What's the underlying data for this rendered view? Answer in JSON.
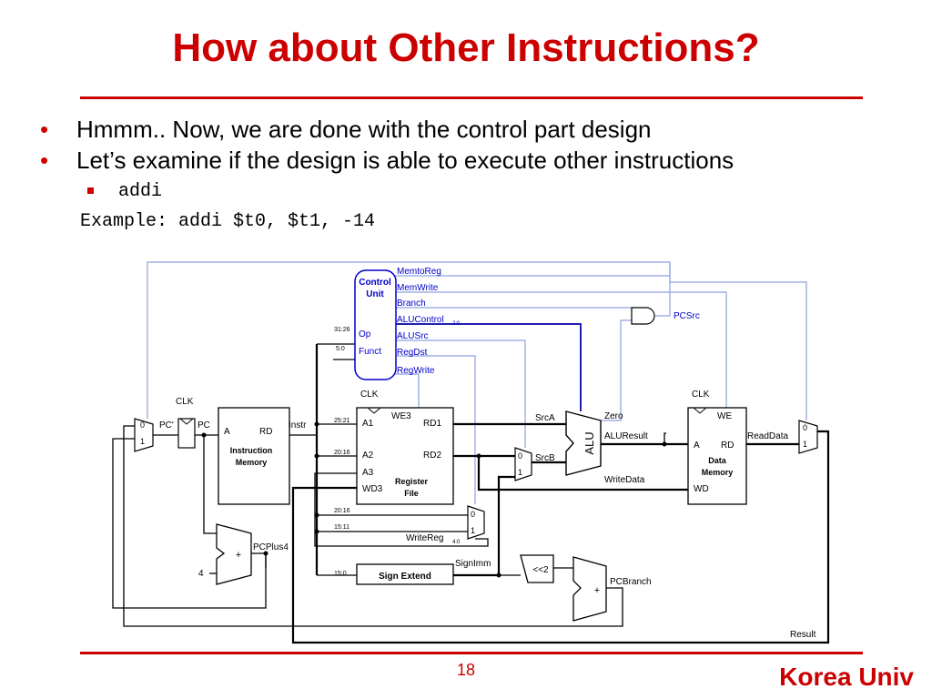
{
  "slide": {
    "title": "How about Other Instructions?",
    "bullets": [
      "Hmmm.. Now, we are done with the control part design",
      "Let’s examine if the design is able to execute other instructions"
    ],
    "sub_bullet": "addi",
    "example": "Example: addi $t0, $t1, -14",
    "page_number": "18",
    "brand": "Korea Univ"
  },
  "diagram": {
    "control_unit": {
      "title_1": "Control",
      "title_2": "Unit",
      "op": "Op",
      "funct": "Funct"
    },
    "control_signals": [
      "MemtoReg",
      "MemWrite",
      "Branch",
      "ALUControl",
      "ALUSrc",
      "RegDst",
      "RegWrite"
    ],
    "alucontrol_subscript": "2:0",
    "pcsrc": "PCSrc",
    "instr_fields": {
      "op": "31:26",
      "funct": "5:0",
      "rs": "25:21",
      "rt": "20:16",
      "rt2": "20:16",
      "rd": "15:11",
      "imm": "15:0"
    },
    "clk": "CLK",
    "pc_labels": {
      "pc_prime": "PC'",
      "pc": "PC"
    },
    "instr_mem": {
      "a": "A",
      "rd": "RD",
      "title_1": "Instruction",
      "title_2": "Memory"
    },
    "instr": "Instr",
    "register_file": {
      "we3": "WE3",
      "a1": "A1",
      "a2": "A2",
      "a3": "A3",
      "wd3": "WD3",
      "rd1": "RD1",
      "rd2": "RD2",
      "title_1": "Register",
      "title_2": "File"
    },
    "mux": {
      "zero": "0",
      "one": "1"
    },
    "alu": "ALU",
    "srca": "SrcA",
    "srcb": "SrcB",
    "zero": "Zero",
    "aluresult": "ALUResult",
    "writedata": "WriteData",
    "data_mem": {
      "we": "WE",
      "a": "A",
      "rd": "RD",
      "wd": "WD",
      "title_1": "Data",
      "title_2": "Memory"
    },
    "readdata": "ReadData",
    "writereg": "WriteReg",
    "writereg_subscript": "4:0",
    "sign_extend": "Sign Extend",
    "signimm": "SignImm",
    "shift": "<<2",
    "plus": "+",
    "pcplus4": "PCPlus4",
    "four": "4",
    "pcbranch": "PCBranch",
    "result": "Result"
  },
  "colors": {
    "accent": "#cc0000",
    "control": "#0000cc",
    "control_line": "#8ea0e0"
  }
}
